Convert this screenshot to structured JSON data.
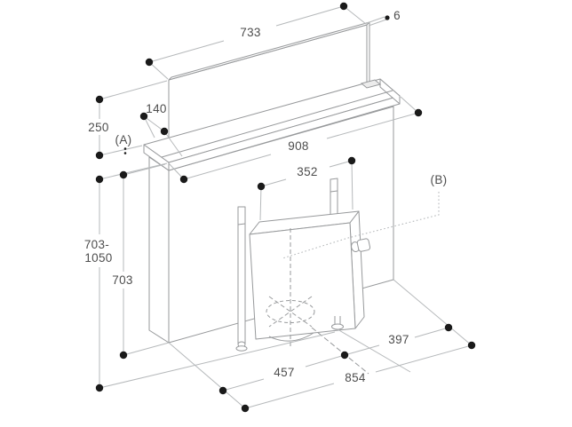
{
  "diagram": {
    "type": "isometric-technical-drawing",
    "subject": "downdraft-ventilation-installation-dimensions",
    "units": "mm",
    "labels": {
      "dim_733": "733",
      "dim_6": "6",
      "dim_250": "250",
      "dim_140": "140",
      "ref_a": "(A)",
      "dim_908": "908",
      "dim_352": "352",
      "ref_b": "(B)",
      "dim_703_1050_a": "703-",
      "dim_703_1050_b": "1050",
      "dim_703": "703",
      "dim_457": "457",
      "dim_397": "397",
      "dim_854": "854"
    },
    "colors": {
      "background": "#ffffff",
      "object_line": "#97999b",
      "dimension_line": "#b6b9bb",
      "dot": "#1a1a1a",
      "text": "#4d4d4d"
    }
  }
}
